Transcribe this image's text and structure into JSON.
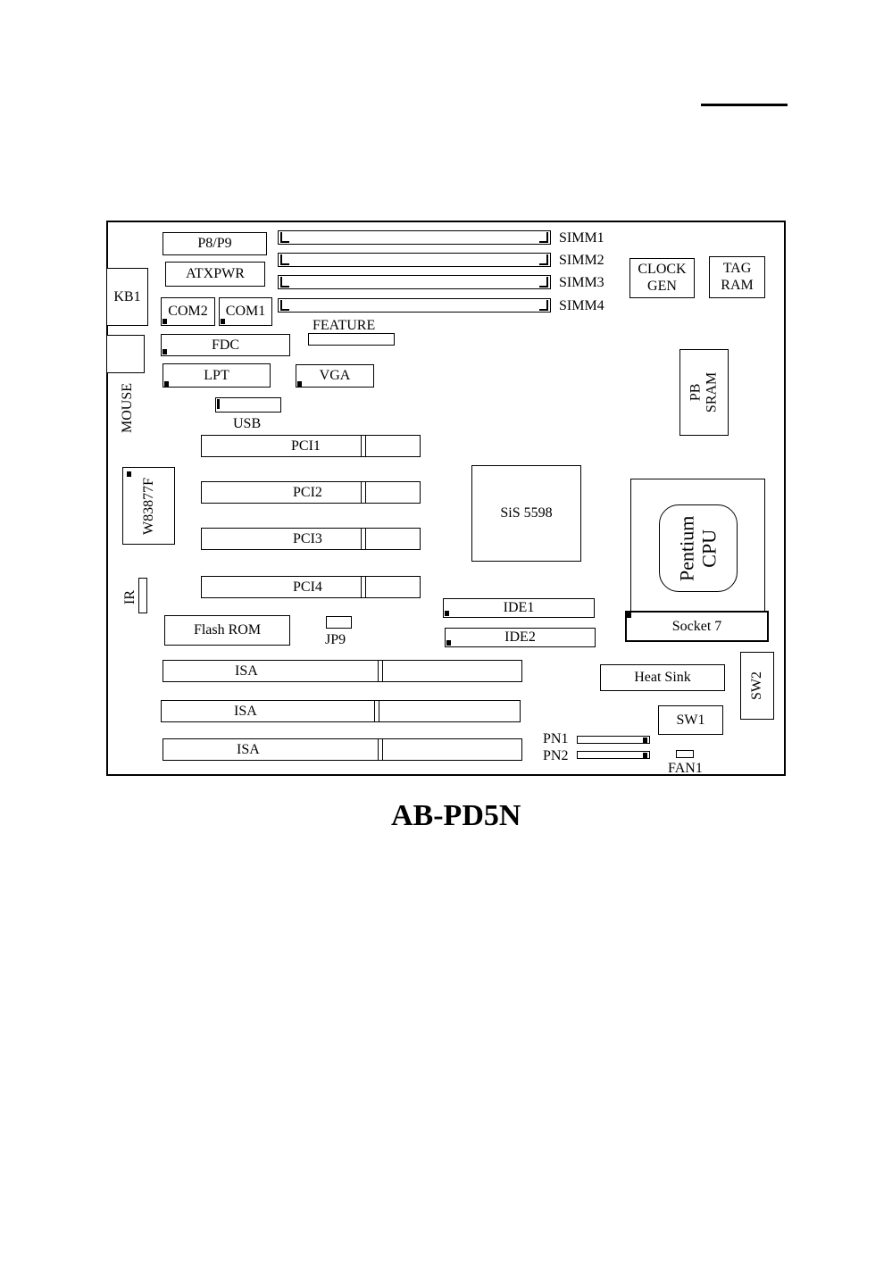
{
  "board": {
    "title": "AB-PD5N",
    "simm": [
      "SIMM1",
      "SIMM2",
      "SIMM3",
      "SIMM4"
    ],
    "p8p9": "P8/P9",
    "atxpwr": "ATXPWR",
    "kb1": "KB1",
    "com2": "COM2",
    "com1": "COM1",
    "feature": "FEATURE",
    "fdc": "FDC",
    "lpt": "LPT",
    "vga": "VGA",
    "mouse": "MOUSE",
    "usb": "USB",
    "pci": [
      "PCI1",
      "PCI2",
      "PCI3",
      "PCI4"
    ],
    "w83877f": "W83877F",
    "ir": "IR",
    "flash_rom": "Flash ROM",
    "jp9": "JP9",
    "isa": [
      "ISA",
      "ISA",
      "ISA"
    ],
    "sis": "SiS 5598",
    "ide1": "IDE1",
    "ide2": "IDE2",
    "clock_gen": [
      "CLOCK",
      "GEN"
    ],
    "tag_ram": [
      "TAG",
      "RAM"
    ],
    "pb_sram": [
      "PB",
      "SRAM"
    ],
    "cpu": [
      "Pentium",
      "CPU"
    ],
    "socket7": "Socket 7",
    "heat_sink": "Heat Sink",
    "sw1": "SW1",
    "sw2": "SW2",
    "pn1": "PN1",
    "pn2": "PN2",
    "fan1": "FAN1"
  }
}
